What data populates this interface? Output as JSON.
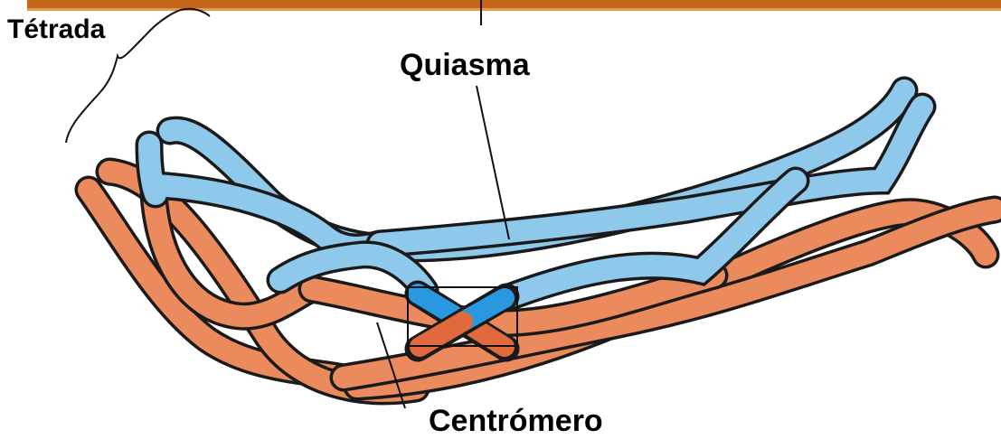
{
  "labels": {
    "tetrada": "Tétrada",
    "quiasma": "Quiasma",
    "centromero": "Centrómero"
  },
  "colors": {
    "banner": "#c7661a",
    "chromatid_blue": "#8ec9ec",
    "chromatid_orange": "#ea8a5d",
    "outline": "#1a1a1a",
    "crossover_blue": "#2a98e0",
    "crossover_orange": "#e06a3d"
  }
}
